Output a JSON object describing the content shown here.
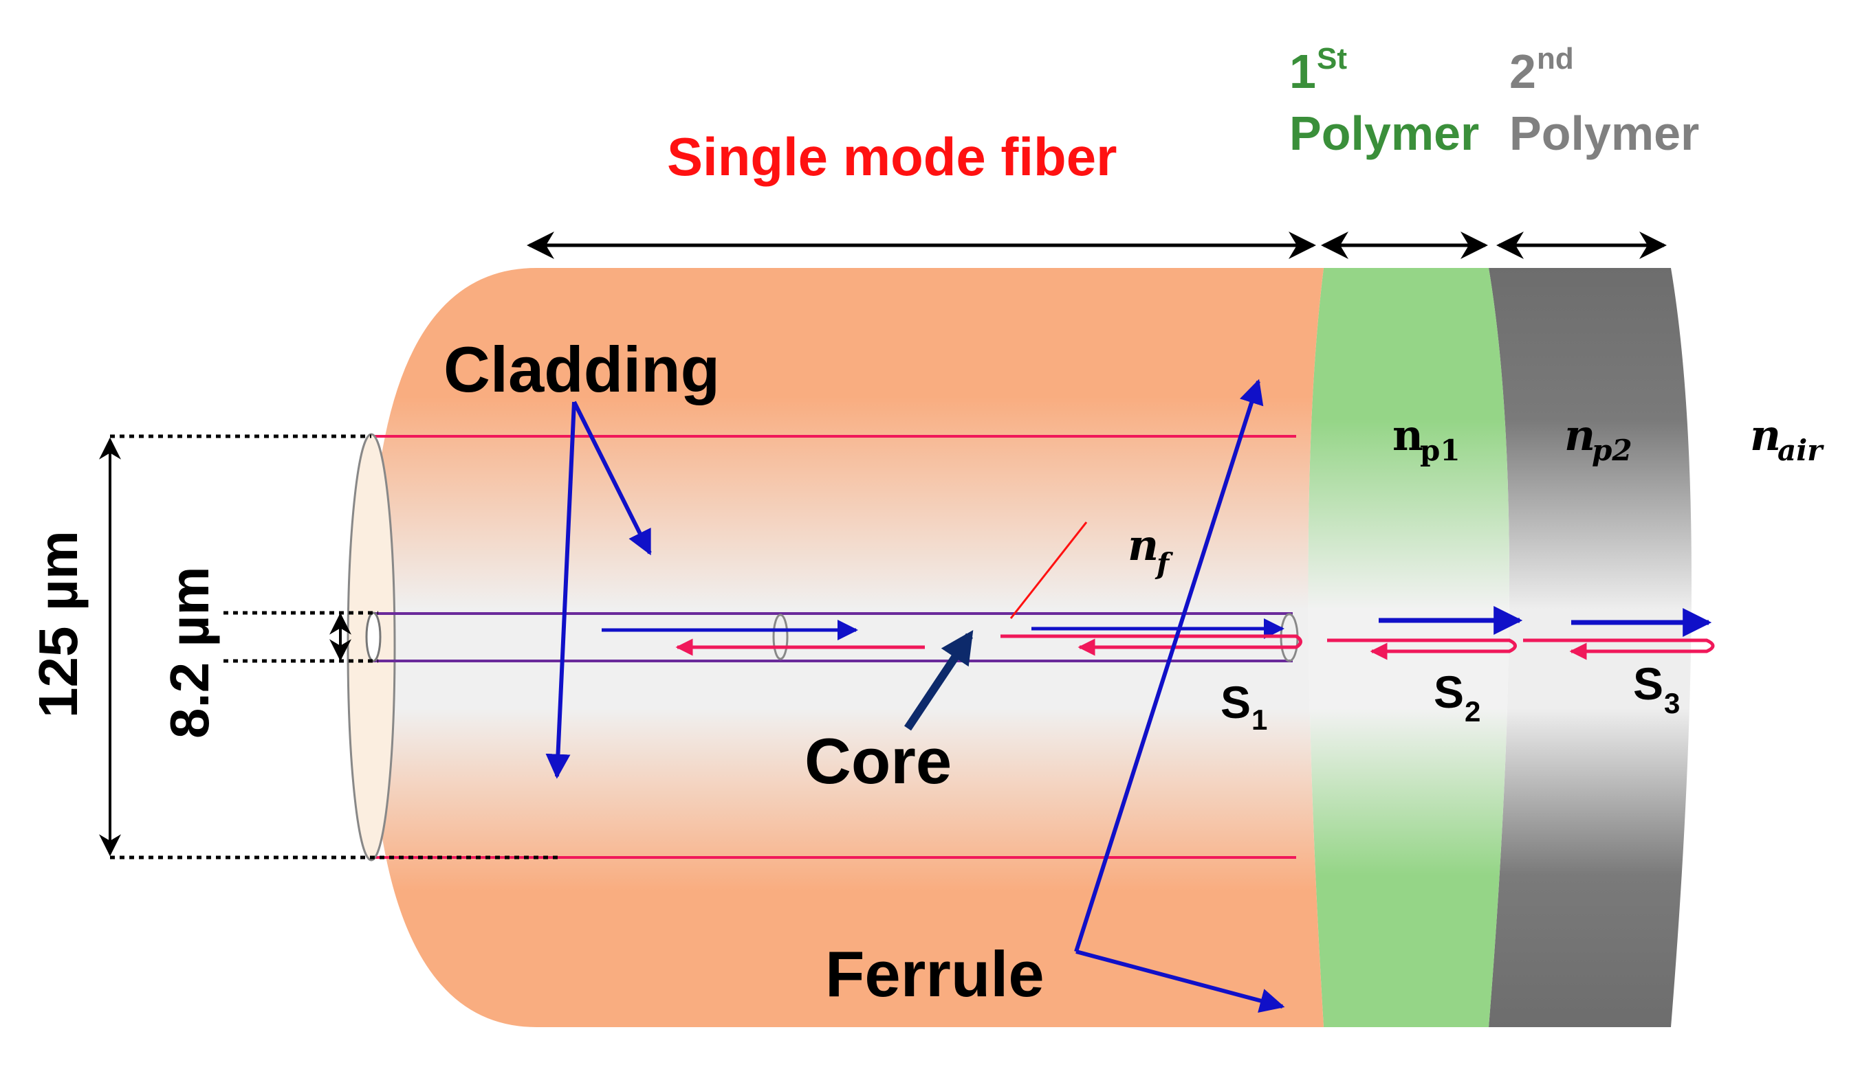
{
  "labels": {
    "single_mode_fiber": "Single mode fiber",
    "polymer1_num": "1",
    "polymer1_sup": "St",
    "polymer1_word": "Polymer",
    "polymer2_num": "2",
    "polymer2_sup": "nd",
    "polymer2_word": "Polymer",
    "cladding": "Cladding",
    "core": "Core",
    "ferrule": "Ferrule",
    "outer_diameter": "125 µm",
    "core_diameter": "8.2 µm",
    "n_f_base": "n",
    "n_f_sub": "f",
    "n_p1_base": "n",
    "n_p1_sub": "p1",
    "n_p2_base": "n",
    "n_p2_sub": "p2",
    "n_air_base": "n",
    "n_air_sub": "air",
    "s1_base": "S",
    "s1_sub": "1",
    "s2_base": "S",
    "s2_sub": "2",
    "s3_base": "S",
    "s3_sub": "3"
  },
  "colors": {
    "fiber_title": "#ff1111",
    "polymer1": "#3a8f3a",
    "polymer2": "#808080",
    "ferrule_fill": "#f9ad80",
    "polymer1_fill": "#95d587",
    "polymer2_fill": "#6d6d6d",
    "blue_arrow": "#1010c8",
    "pink_line": "#f0185a",
    "navy_arrow": "#0d2a6b"
  }
}
